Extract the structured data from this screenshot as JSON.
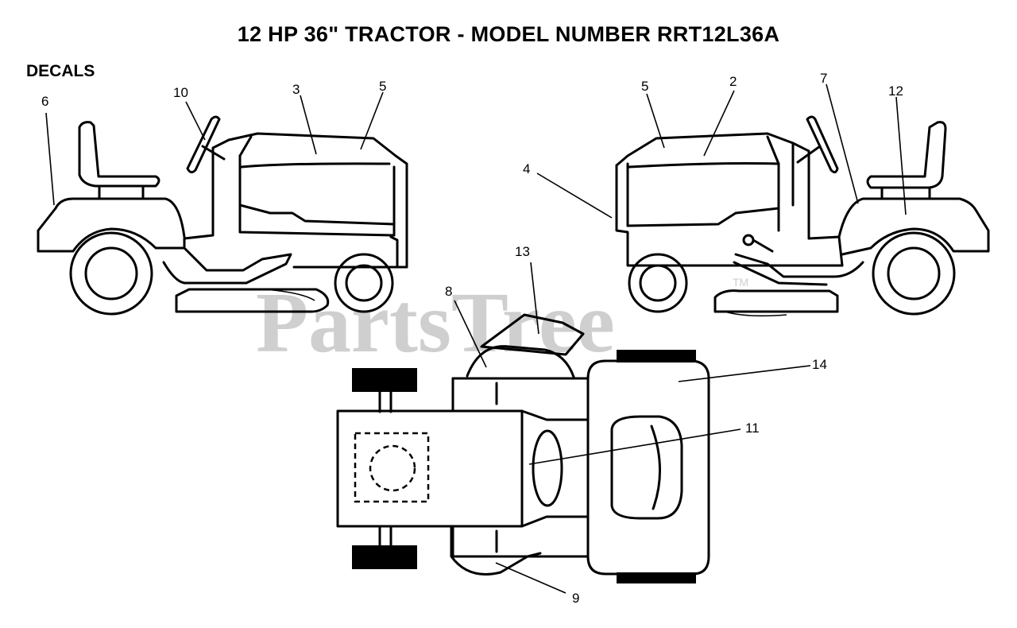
{
  "header": {
    "title": "12 HP 36\" TRACTOR  - MODEL NUMBER RRT12L36A",
    "section": "DECALS"
  },
  "watermark": {
    "text": "PartsTree",
    "mark": "TM",
    "color": "#cfcfcf"
  },
  "callouts": {
    "c1": "6",
    "c2": "10",
    "c3": "3",
    "c4": "5",
    "c5": "5",
    "c6": "2",
    "c7": "7",
    "c8": "12",
    "c9": "4",
    "c10": "13",
    "c11": "8",
    "c12": "14",
    "c13": "11",
    "c14": "9"
  }
}
